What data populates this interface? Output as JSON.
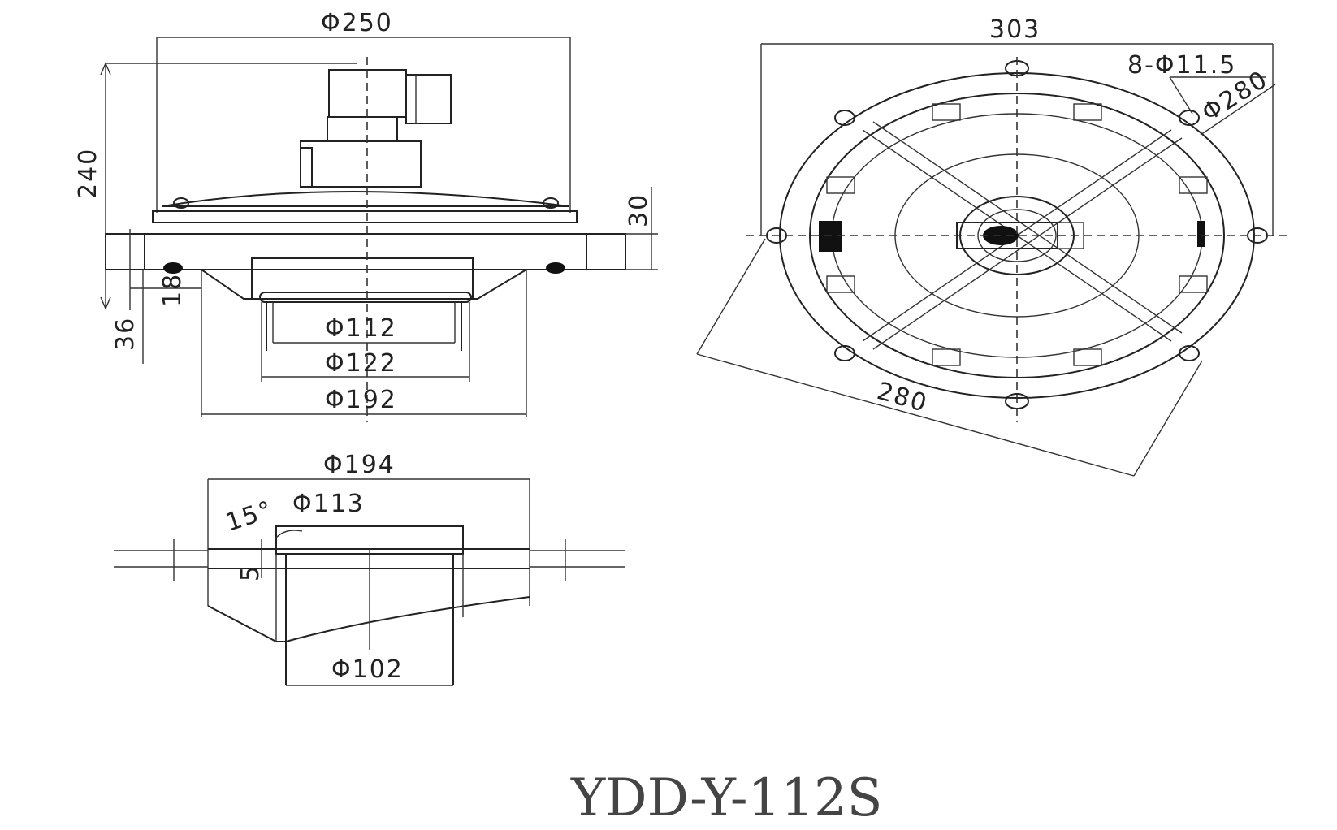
{
  "model": "YDD-Y-112S",
  "side_view": {
    "d_250": "Φ250",
    "h_240": "240",
    "h_30": "30",
    "h_18": "18",
    "h_36": "36",
    "d_112": "Φ112",
    "d_122": "Φ122",
    "d_192": "Φ192"
  },
  "top_view": {
    "w_303": "303",
    "holes": "8-Φ11.5",
    "pcd_280": "Φ280",
    "w_280": "280"
  },
  "outlet_view": {
    "d_194": "Φ194",
    "angle": "15°",
    "d_113": "Φ113",
    "h_5": "5",
    "d_102": "Φ102"
  }
}
